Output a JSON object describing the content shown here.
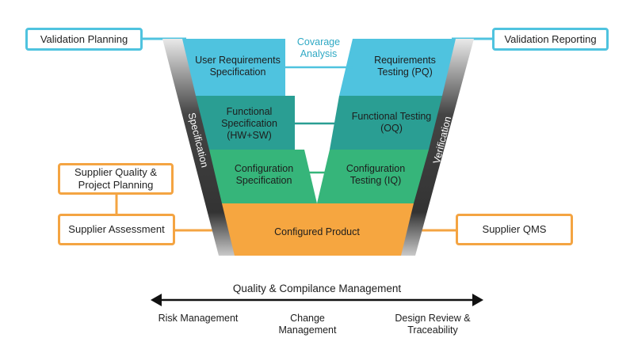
{
  "boxes": {
    "validation_planning": "Validation Planning",
    "validation_reporting": "Validation Reporting",
    "supplier_quality": "Supplier Quality & Project Planning",
    "supplier_assessment": "Supplier Assessment",
    "supplier_qms": "Supplier QMS"
  },
  "coverage_label": "Covarage Analysis",
  "left_levels": [
    "User Requirements Specification",
    "Functional Specification (HW+SW)",
    "Configuration Specification"
  ],
  "right_levels": [
    "Requirements Testing (PQ)",
    "Functional Testing (OQ)",
    "Configuration Testing (IQ)"
  ],
  "bottom_level": "Configured Product",
  "left_band_label": "Specification",
  "right_band_label": "Verification",
  "management": {
    "title": "Quality & Compilance Management",
    "items": [
      "Risk Management",
      "Change Management",
      "Design Review & Traceability"
    ]
  },
  "colors": {
    "level1": "#4fc3df",
    "level2": "#2a9e93",
    "level3": "#36b57a",
    "bottom": "#f6a640",
    "box_blue": "#4fc3df",
    "box_orange": "#f4a442",
    "coverage_text": "#2fa9c4"
  }
}
